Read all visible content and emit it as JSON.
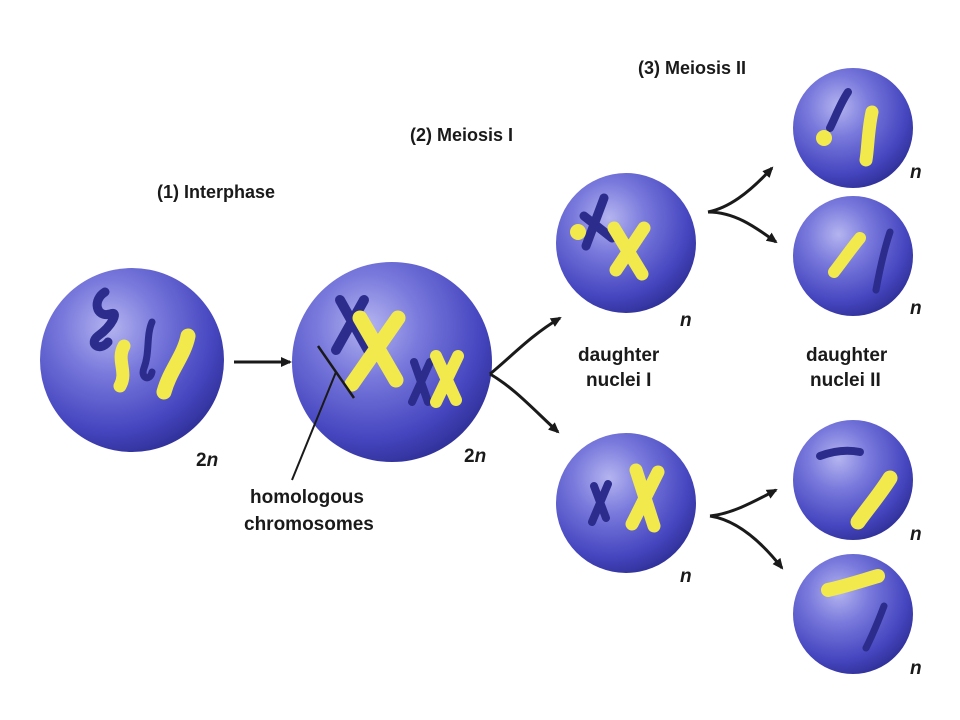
{
  "stages": {
    "interphase": "(1)  Interphase",
    "meiosis1": "(2)  Meiosis I",
    "meiosis2": "(3)  Meiosis II"
  },
  "ploidy": {
    "diploid_num": "2",
    "haploid": "n"
  },
  "captions": {
    "homologous_line1": "homologous",
    "homologous_line2": "chromosomes",
    "daughter1_line1": "daughter",
    "daughter1_line2": "nuclei I",
    "daughter2_line1": "daughter",
    "daughter2_line2": "nuclei II"
  },
  "colors": {
    "cell_light": "#8a8ae0",
    "cell_mid": "#4a4ac8",
    "cell_dark": "#2a2a90",
    "chromosome_blue": "#2c2c8c",
    "chromosome_yellow": "#f2ea4c",
    "text": "#1a1a1a"
  }
}
